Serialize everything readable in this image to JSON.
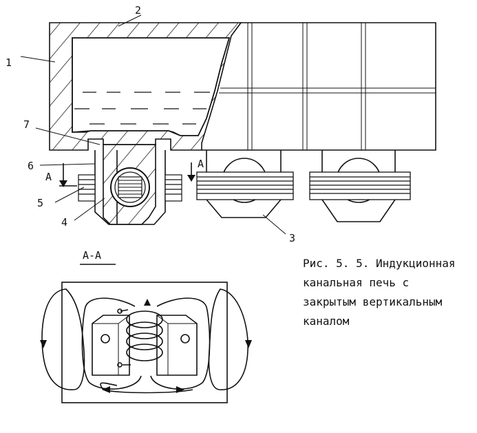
{
  "labels": {
    "l1": "1",
    "l2": "2",
    "l3": "3",
    "l4": "4",
    "l5": "5",
    "l6": "6",
    "l7": "7",
    "section_left": "A",
    "section_right": "A",
    "section_title": "A-A"
  },
  "caption": {
    "line1": "Рис. 5. 5. Индукционная",
    "line2": "канальная печь с",
    "line3": "закрытым вертикальным",
    "line4": "каналом"
  }
}
